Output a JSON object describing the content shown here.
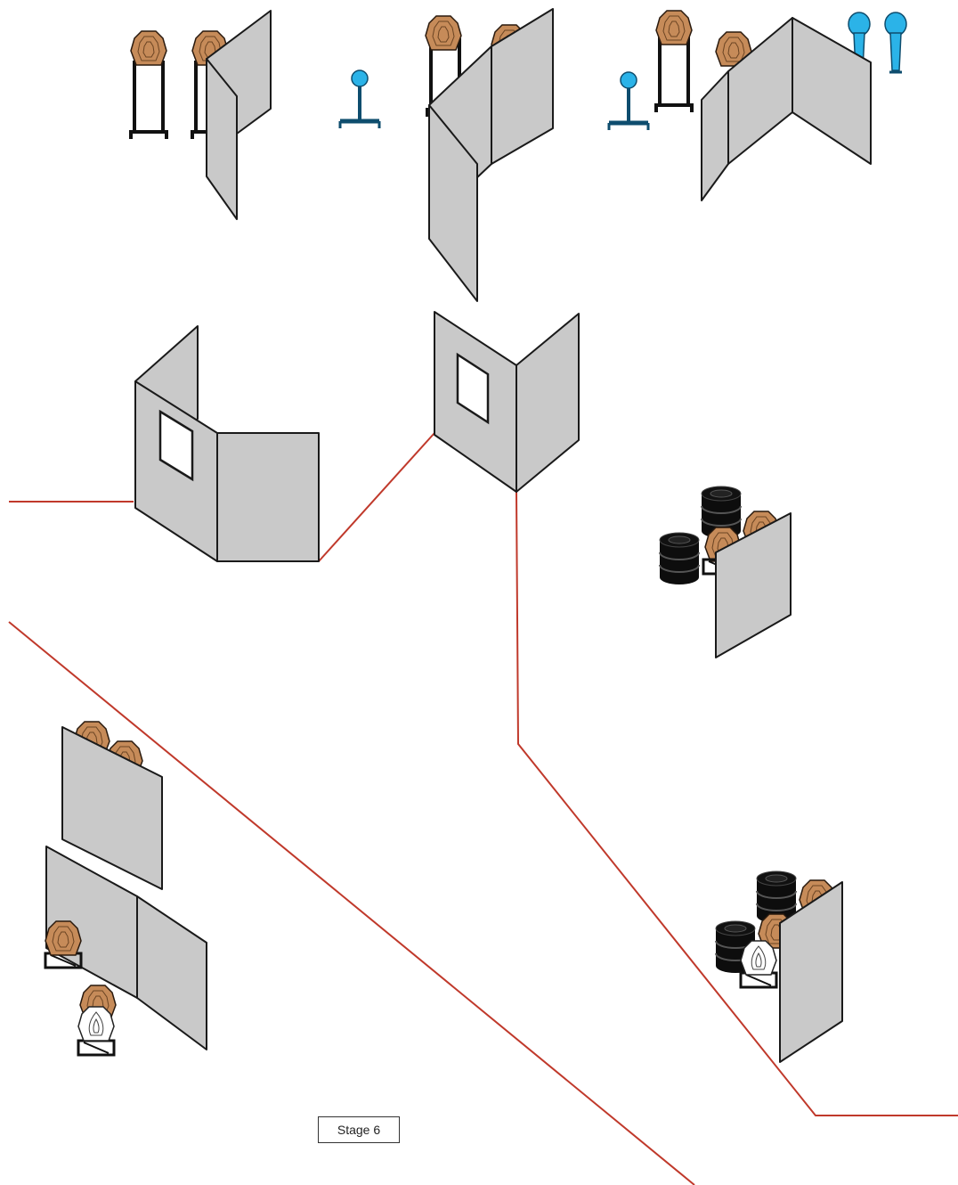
{
  "stage": {
    "label": "Stage 6"
  },
  "colors": {
    "wall_fill": "#c9c9c9",
    "outline": "#1a1a1a",
    "fault_line": "#c0392b",
    "paper_target": "#c68b59",
    "no_shoot_target": "#ffffff",
    "steel_target": "#2bb3e8",
    "barrel": "#0d0d0d",
    "background": "#ffffff"
  },
  "icons": {
    "paper_target": "octagon-paper-target-icon",
    "no_shoot": "white-no-shoot-target-icon",
    "steel_plate": "round-steel-plate-icon",
    "steel_popper": "steel-popper-icon",
    "barrel": "barrel-stack-icon",
    "wall": "gray-wall-panel",
    "window": "wall-window"
  }
}
